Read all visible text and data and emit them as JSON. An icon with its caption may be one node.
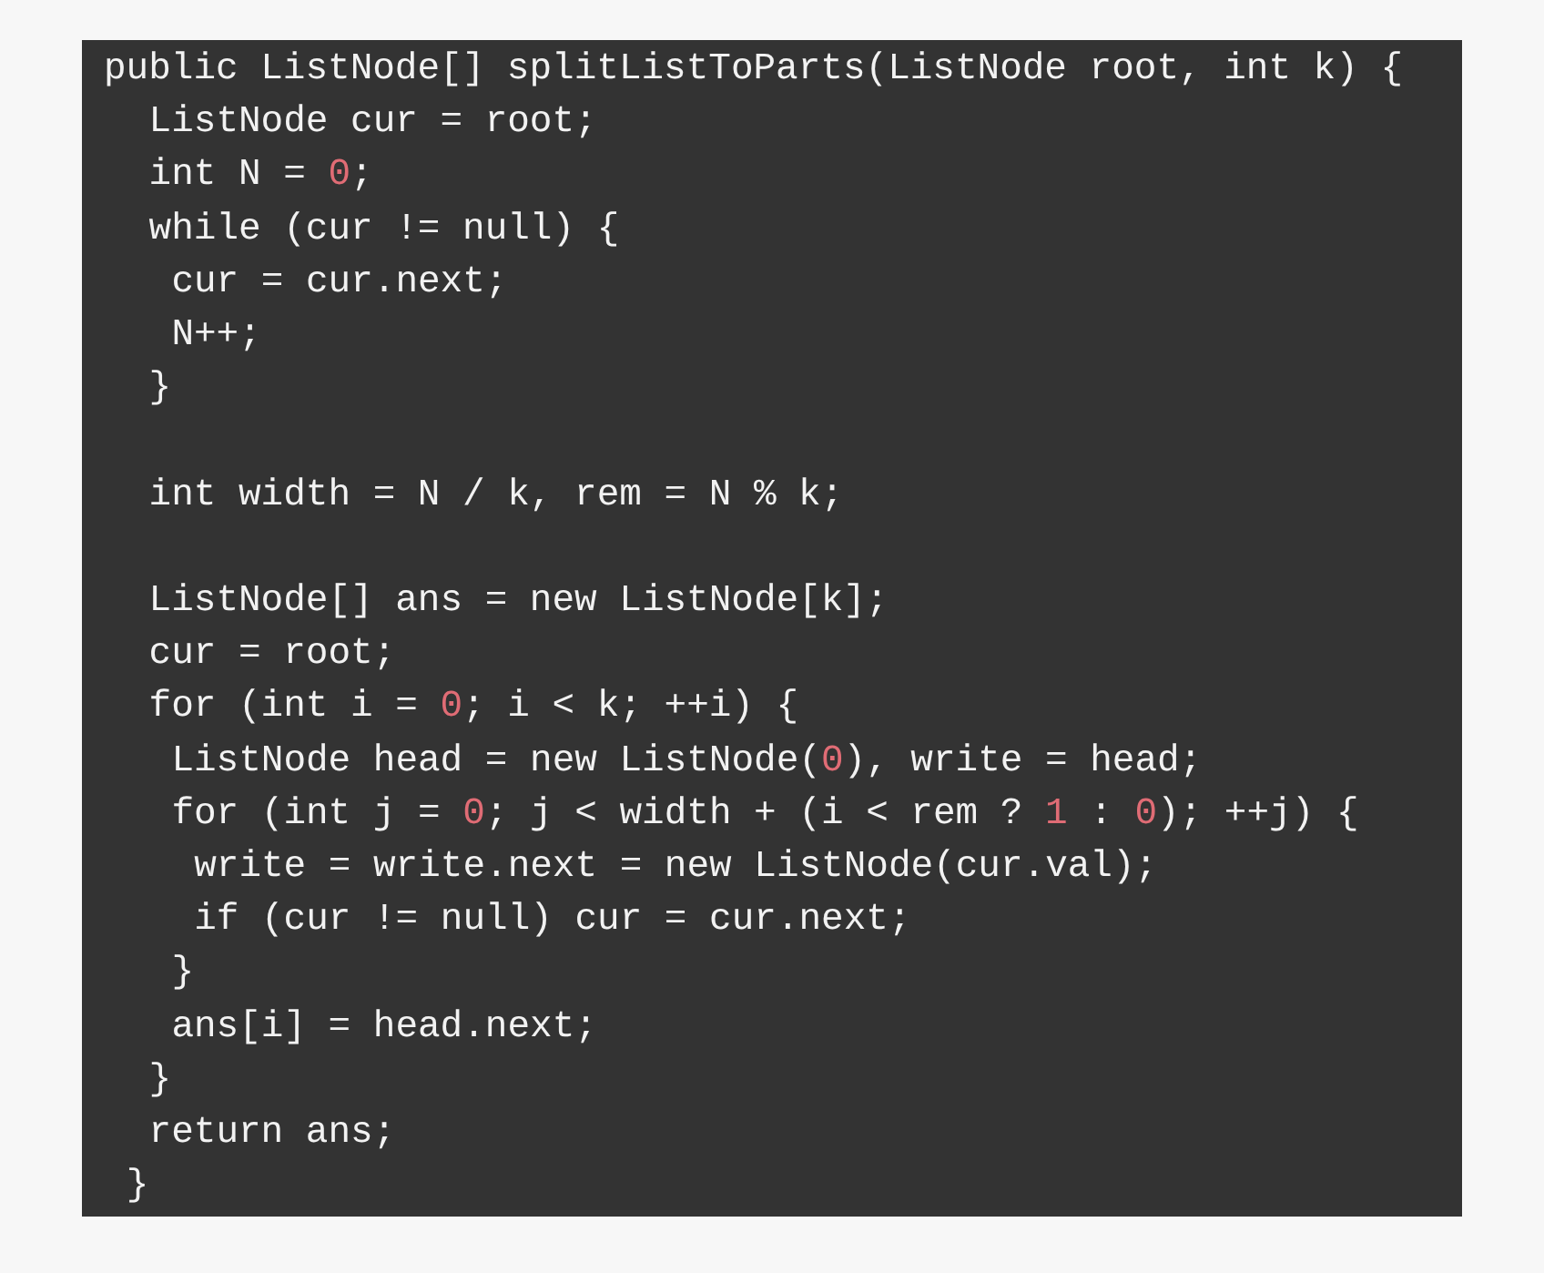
{
  "diagram": {
    "labels": [
      "public ListNode[] splitListToParts(ListNode root, int k) {",
      "  ListNode cur = root;",
      "  int N = 0;",
      "  while (cur != null) {",
      "   cur = cur.next;",
      "   N++;",
      "  }",
      "  int width = N / k, rem = N % k;",
      "  ListNode[] ans = new ListNode[k];",
      "  cur = root;",
      "  for (int i = 0; i < k; ++i) {",
      "   ListNode head = new ListNode(0), write = head;",
      "   for (int j = 0; j < width + (i < rem ? 1 : 0); ++j) {",
      "    write = write.next = new ListNode(cur.val);",
      "    if (cur != null) cur = cur.next;",
      "   }",
      "   ans[i] = head.next;",
      "  }",
      "  return ans;",
      " }"
    ]
  }
}
